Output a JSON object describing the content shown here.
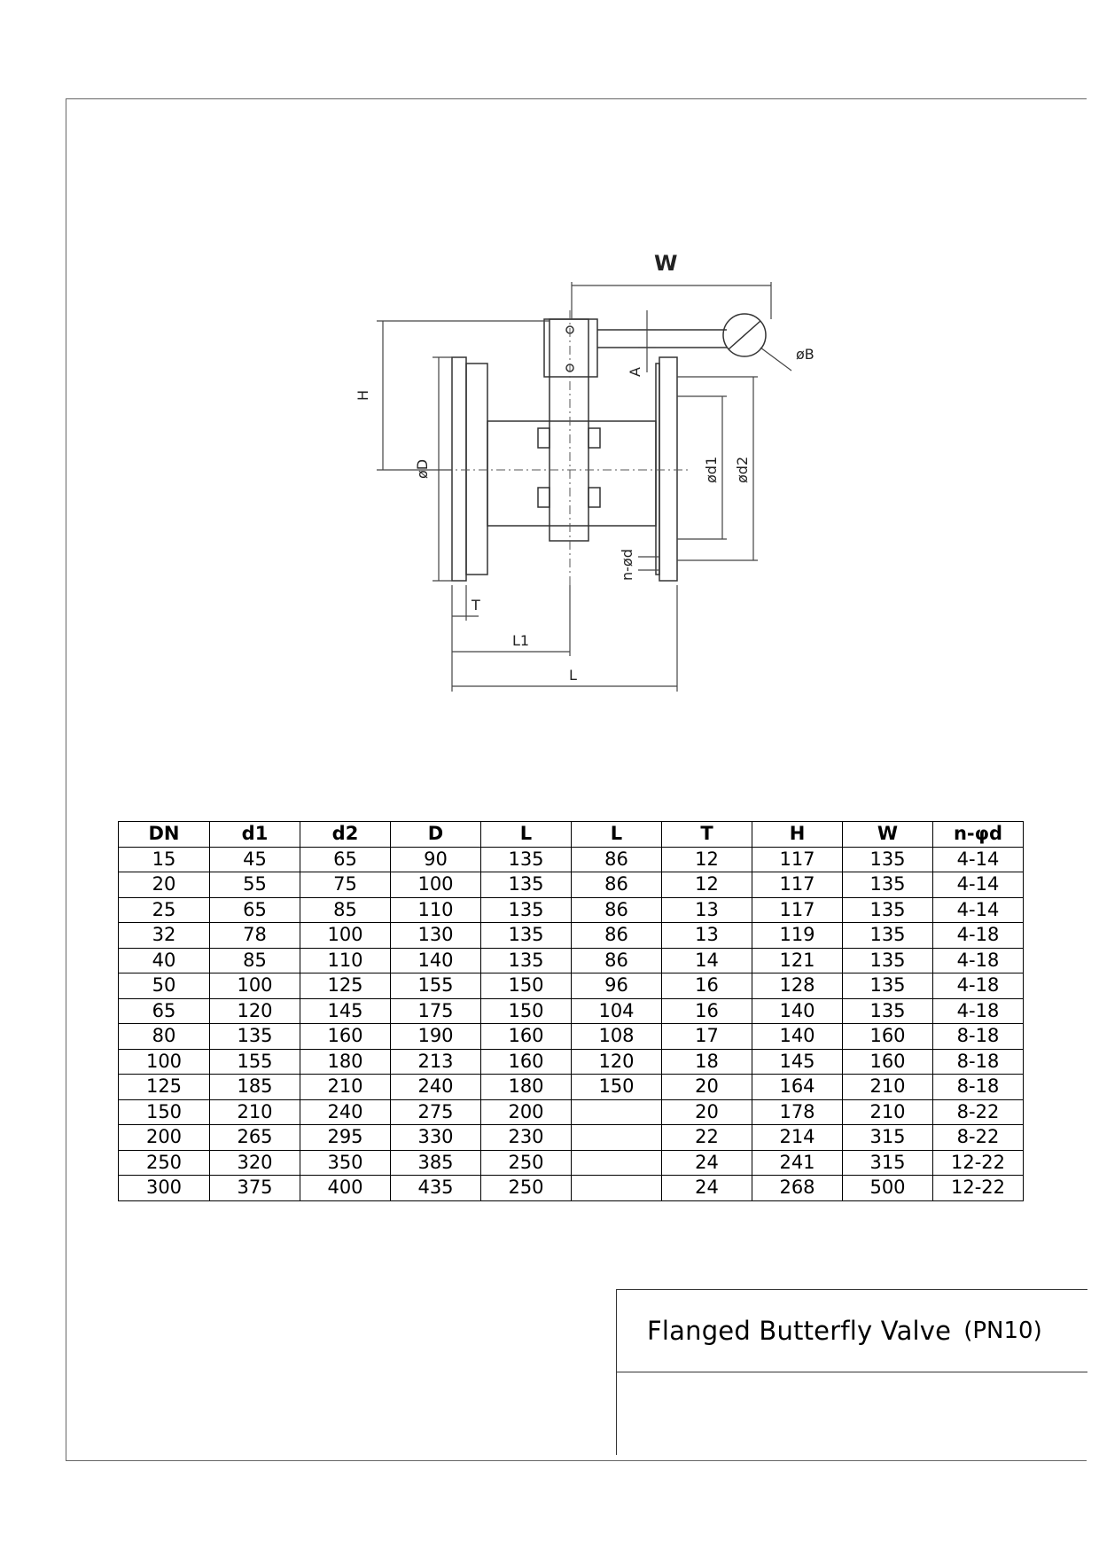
{
  "drawing": {
    "labels": {
      "W": "W",
      "H": "H",
      "A": "A",
      "phiB": "øB",
      "phiD": "øD",
      "phid1": "ød1",
      "phid2": "ød2",
      "nphid": "n-ød",
      "T": "T",
      "L1": "L1",
      "L": "L"
    }
  },
  "table": {
    "headers": [
      "DN",
      "d1",
      "d2",
      "D",
      "L",
      "L",
      "T",
      "H",
      "W",
      "n-φd"
    ],
    "rows": [
      [
        "15",
        "45",
        "65",
        "90",
        "135",
        "86",
        "12",
        "117",
        "135",
        "4-14"
      ],
      [
        "20",
        "55",
        "75",
        "100",
        "135",
        "86",
        "12",
        "117",
        "135",
        "4-14"
      ],
      [
        "25",
        "65",
        "85",
        "110",
        "135",
        "86",
        "13",
        "117",
        "135",
        "4-14"
      ],
      [
        "32",
        "78",
        "100",
        "130",
        "135",
        "86",
        "13",
        "119",
        "135",
        "4-18"
      ],
      [
        "40",
        "85",
        "110",
        "140",
        "135",
        "86",
        "14",
        "121",
        "135",
        "4-18"
      ],
      [
        "50",
        "100",
        "125",
        "155",
        "150",
        "96",
        "16",
        "128",
        "135",
        "4-18"
      ],
      [
        "65",
        "120",
        "145",
        "175",
        "150",
        "104",
        "16",
        "140",
        "135",
        "4-18"
      ],
      [
        "80",
        "135",
        "160",
        "190",
        "160",
        "108",
        "17",
        "140",
        "160",
        "8-18"
      ],
      [
        "100",
        "155",
        "180",
        "213",
        "160",
        "120",
        "18",
        "145",
        "160",
        "8-18"
      ],
      [
        "125",
        "185",
        "210",
        "240",
        "180",
        "150",
        "20",
        "164",
        "210",
        "8-18"
      ],
      [
        "150",
        "210",
        "240",
        "275",
        "200",
        "",
        "20",
        "178",
        "210",
        "8-22"
      ],
      [
        "200",
        "265",
        "295",
        "330",
        "230",
        "",
        "22",
        "214",
        "315",
        "8-22"
      ],
      [
        "250",
        "320",
        "350",
        "385",
        "250",
        "",
        "24",
        "241",
        "315",
        "12-22"
      ],
      [
        "300",
        "375",
        "400",
        "435",
        "250",
        "",
        "24",
        "268",
        "500",
        "12-22"
      ]
    ]
  },
  "title_block": {
    "title": "Flanged Butterfly Valve",
    "rating": "(PN10)"
  }
}
